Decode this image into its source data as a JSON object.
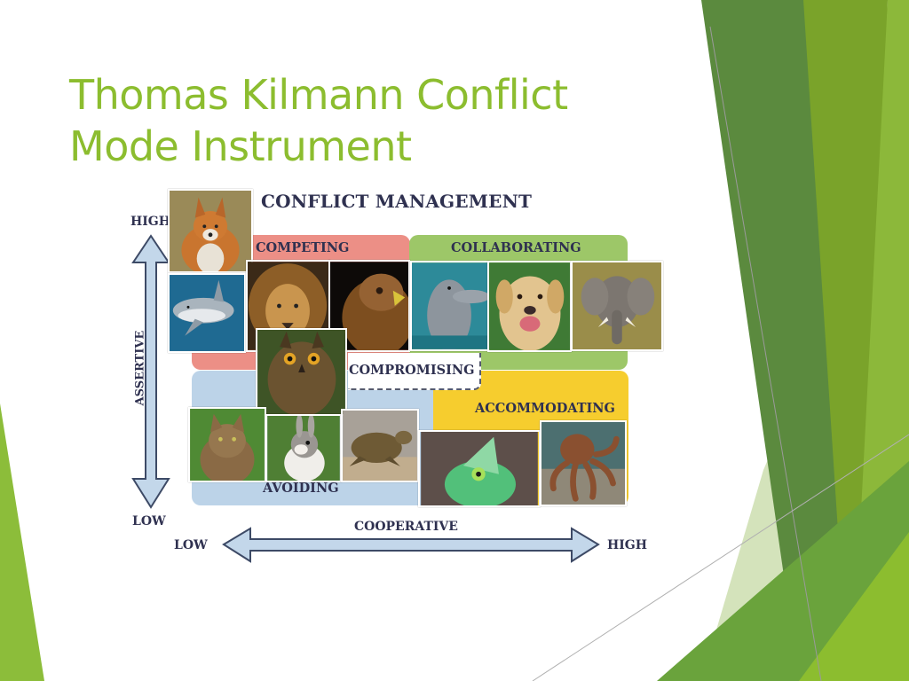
{
  "slide": {
    "title_line1": "Thomas Kilmann Conflict",
    "title_line2": "Mode Instrument",
    "title_color": "#8cbd2f"
  },
  "diagram": {
    "heading": "CONFLICT MANAGEMENT",
    "y_axis": {
      "label": "ASSERTIVE",
      "high": "HIGH",
      "low": "LOW"
    },
    "x_axis": {
      "label": "COOPERATIVE",
      "low": "LOW",
      "high": "HIGH"
    },
    "quadrants": {
      "competing": {
        "label": "COMPETING",
        "color": "#ec8f86"
      },
      "collaborating": {
        "label": "COLLABORATING",
        "color": "#9dc768"
      },
      "compromising": {
        "label": "COMPROMISING",
        "color": "#ffffff"
      },
      "avoiding": {
        "label": "AVOIDING",
        "color": "#bcd3e8"
      },
      "accommodating": {
        "label": "ACCOMMODATING",
        "color": "#f6cd2e"
      }
    },
    "animals": {
      "competing": [
        "fox",
        "shark",
        "lion",
        "hawk"
      ],
      "collaborating": [
        "dolphin",
        "dog",
        "elephant"
      ],
      "compromising": [
        "owl"
      ],
      "avoiding": [
        "cat",
        "rabbit",
        "turtle"
      ],
      "accommodating": [
        "chameleon",
        "octopus"
      ]
    }
  },
  "theme": {
    "green_dark": "#5a8a3c",
    "green_mid": "#7aa32a",
    "green_light": "#8cb83a",
    "green_pale": "#c9dcaa"
  }
}
